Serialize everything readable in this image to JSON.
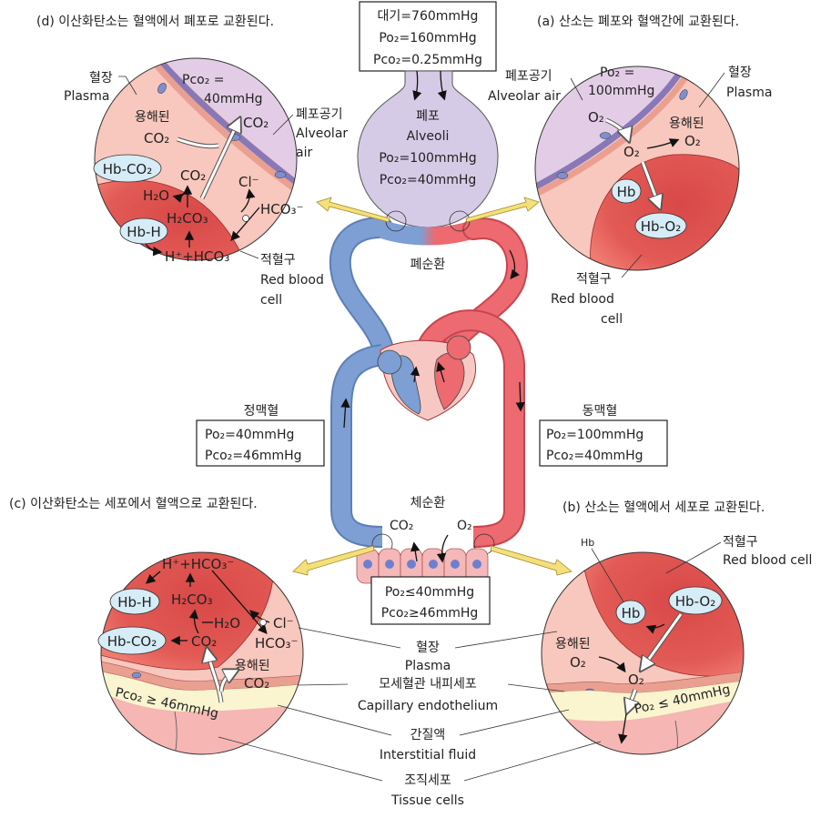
{
  "panels": {
    "d": {
      "title": "(d) 이산화탄소는 혈액에서 폐포로 교환된다.",
      "plasma_ko": "혈장",
      "plasma_en": "Plasma",
      "pco2_line1": "Pco₂ =",
      "pco2_line2": "40mmHg",
      "alveolar_ko": "폐포공기",
      "alveolar_en1": "Alveolar",
      "alveolar_en2": "air",
      "dissolved_ko": "용해된",
      "dissolved_co2": "CO₂",
      "co2_out": "CO₂",
      "hbco2": "Hb-CO₂",
      "hbh": "Hb-H",
      "co2_rbc": "CO₂",
      "h2o": "H₂O",
      "h2co3": "H₂CO₃",
      "h_hco3": "H⁺+HCO₃",
      "cl": "Cl⁻",
      "hco3": "HCO₃⁻",
      "rbc_ko": "적혈구",
      "rbc_en1": "Red blood",
      "rbc_en2": "cell"
    },
    "a": {
      "title": "(a) 산소는 폐포와 혈액간에 교환된다.",
      "alveolar_ko": "폐포공기",
      "alveolar_en": "Alveolar air",
      "po2_line1": "Po₂ =",
      "po2_line2": "100mmHg",
      "plasma_ko": "혈장",
      "plasma_en": "Plasma",
      "o2_air": "O₂",
      "o2_plasma": "O₂",
      "dissolved_ko": "용해된",
      "dissolved_o2": "O₂",
      "hb": "Hb",
      "hbo2": "Hb-O₂",
      "rbc_ko": "적혈구",
      "rbc_en1": "Red blood",
      "rbc_en2": "cell"
    },
    "c": {
      "title": "(c) 이산화탄소는 세포에서 혈액으로 교환된다.",
      "h_hco3": "H⁺+HCO₃⁻",
      "hbh": "Hb-H",
      "h2co3": "H₂CO₃",
      "h2o": "H₂O",
      "hbco2": "Hb-CO₂",
      "co2": "CO₂",
      "cl": "Cl⁻",
      "hco3": "HCO₃⁻",
      "dissolved_ko": "용해된",
      "dissolved_co2": "CO₂",
      "pco2": "Pco₂ ≥ 46mmHg"
    },
    "b": {
      "title": "(b) 산소는 혈액에서 세포로 교환된다.",
      "hb_label": "Hb",
      "rbc_ko": "적혈구",
      "rbc_en": "Red blood cell",
      "hb": "Hb",
      "hbo2": "Hb-O₂",
      "dissolved_ko": "용해된",
      "dissolved_o2": "O₂",
      "o2": "O₂",
      "po2": "Po₂ ≤ 40mmHg"
    }
  },
  "atmosphere_box": {
    "line1": "대기=760mmHg",
    "line2": "Po₂=160mmHg",
    "line3": "Pco₂=0.25mmHg"
  },
  "alveoli": {
    "ko": "폐포",
    "en": "Alveoli",
    "po2": "Po₂=100mmHg",
    "pco2": "Pco₂=40mmHg"
  },
  "pulmonary_label": "폐순환",
  "systemic_label": "체순환",
  "venous": {
    "label": "정맥혈",
    "po2": "Po₂=40mmHg",
    "pco2": "Pco₂=46mmHg"
  },
  "arterial": {
    "label": "동맥혈",
    "po2": "Po₂=100mmHg",
    "pco2": "Pco₂=40mmHg"
  },
  "tissue_box": {
    "co2": "CO₂",
    "o2": "O₂",
    "po2": "Po₂≤40mmHg",
    "pco2": "Pco₂≥46mmHg"
  },
  "legend_labels": [
    {
      "ko": "혈장",
      "en": "Plasma"
    },
    {
      "ko": "모세혈관 내피세포",
      "en": "Capillary endothelium"
    },
    {
      "ko": "간질액",
      "en": "Interstitial fluid"
    },
    {
      "ko": "조직세포",
      "en": "Tissue cells"
    }
  ],
  "colors": {
    "venous_blue": "#7d9fd3",
    "arterial_red": "#ec6a70",
    "rbc_red": "#dc4a4a",
    "plasma_pink": "#f8c7bd",
    "alveolar_lilac": "#e3cde6",
    "alveoli_fill": "#d6cbe6",
    "interstitial_yellow": "#fbf5cf",
    "hb_bubble": "#d6ecf7",
    "pointer_yellow": "#f3e07a"
  }
}
